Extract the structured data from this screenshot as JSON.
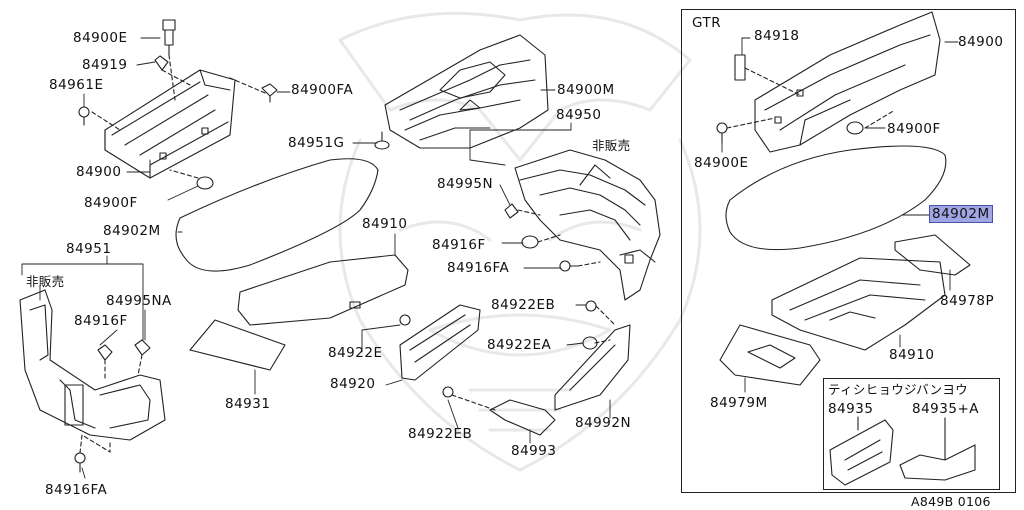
{
  "diagram": {
    "gtr_box_title": "GTR",
    "inset_title": "ティシヒョウジバンヨウ",
    "figure_code": "A849B 0106",
    "not_for_sale": "非販売",
    "highlight_color": "#9fa6e3",
    "labels": {
      "p84900E_top": "84900E",
      "p84919": "84919",
      "p84961E": "84961E",
      "p84900FA_top": "84900FA",
      "p84900M": "84900M",
      "p84950": "84950",
      "p84951G": "84951G",
      "p84900_left": "84900",
      "p84900F_left": "84900F",
      "p84902M_left": "84902M",
      "p84951": "84951",
      "p84995N": "84995N",
      "p84910_mid": "84910",
      "p84916F_mid": "84916F",
      "p84916FA_mid": "84916FA",
      "p84995NA": "84995NA",
      "p84916F_left": "84916F",
      "p84922EB_top": "84922EB",
      "p84922E": "84922E",
      "p84922EA": "84922EA",
      "p84920": "84920",
      "p84931": "84931",
      "p84922EB_bot": "84922EB",
      "p84993": "84993",
      "p84992N": "84992N",
      "p84916FA_left": "84916FA",
      "p84918": "84918",
      "p84900_gtr": "84900",
      "p84900F_gtr": "84900F",
      "p84900E_gtr": "84900E",
      "p84902M_gtr": "84902M",
      "p84978P": "84978P",
      "p84910_gtr": "84910",
      "p84979M": "84979M",
      "p84935": "84935",
      "p84935A": "84935+A"
    }
  }
}
